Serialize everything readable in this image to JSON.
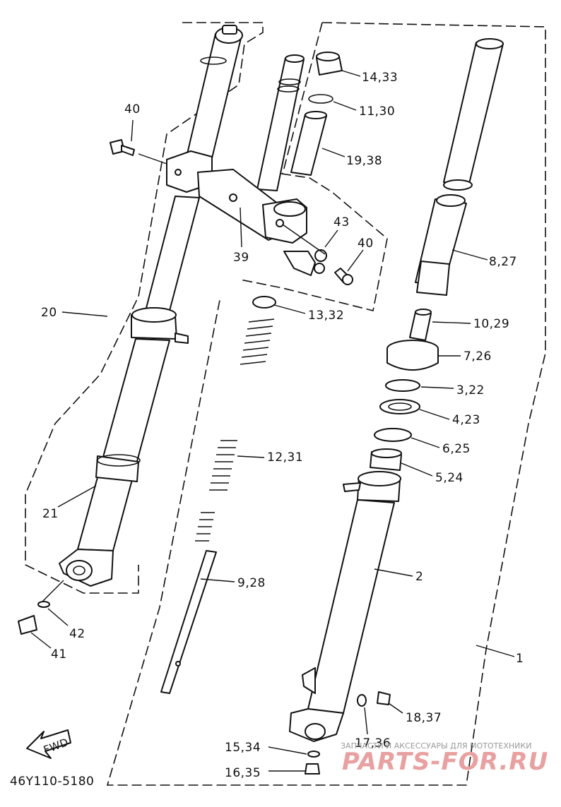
{
  "diagram_code": "46Y110-5180",
  "fwd_label": "FWD",
  "watermark": {
    "line1": "ЗАПЧАСТИ И АКСЕССУАРЫ ДЛЯ МОТОТЕХНИКИ",
    "line2": "PARTS-FOR.RU"
  },
  "callouts": [
    {
      "id": "c1",
      "label": "14,33"
    },
    {
      "id": "c2",
      "label": "11,30"
    },
    {
      "id": "c3",
      "label": "19,38"
    },
    {
      "id": "c4",
      "label": "40"
    },
    {
      "id": "c5",
      "label": "43"
    },
    {
      "id": "c6",
      "label": "40"
    },
    {
      "id": "c7",
      "label": "39"
    },
    {
      "id": "c8",
      "label": "8,27"
    },
    {
      "id": "c9",
      "label": "20"
    },
    {
      "id": "c10",
      "label": "13,32"
    },
    {
      "id": "c11",
      "label": "10,29"
    },
    {
      "id": "c12",
      "label": "7,26"
    },
    {
      "id": "c13",
      "label": "3,22"
    },
    {
      "id": "c14",
      "label": "4,23"
    },
    {
      "id": "c15",
      "label": "6,25"
    },
    {
      "id": "c16",
      "label": "5,24"
    },
    {
      "id": "c17",
      "label": "12,31"
    },
    {
      "id": "c18",
      "label": "21"
    },
    {
      "id": "c19",
      "label": "2"
    },
    {
      "id": "c20",
      "label": "9,28"
    },
    {
      "id": "c21",
      "label": "42"
    },
    {
      "id": "c22",
      "label": "41"
    },
    {
      "id": "c23",
      "label": "1"
    },
    {
      "id": "c24",
      "label": "18,37"
    },
    {
      "id": "c25",
      "label": "17,36"
    },
    {
      "id": "c26",
      "label": "15,34"
    },
    {
      "id": "c27",
      "label": "16,35"
    }
  ]
}
